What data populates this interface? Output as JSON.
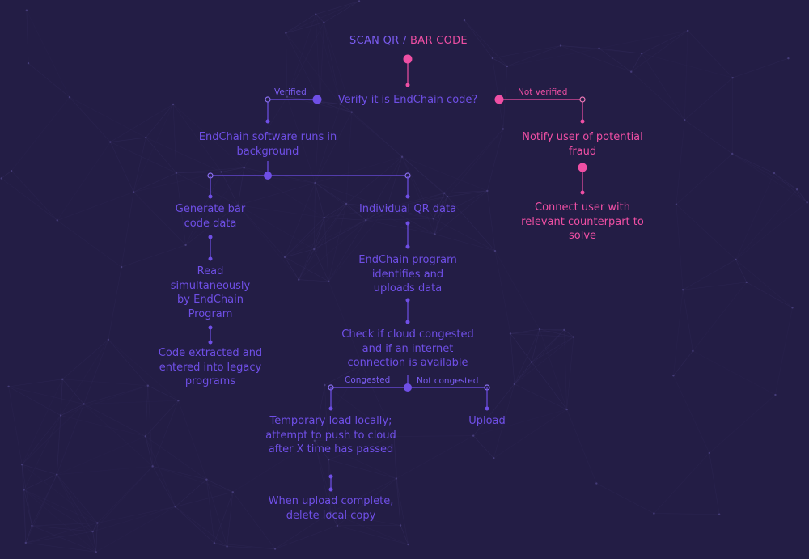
{
  "title": {
    "part1": "SCAN QR / ",
    "part2": "BAR CODE"
  },
  "nodes": {
    "verify": "Verify it is EndChain code?",
    "software": "EndChain software runs in background",
    "notify": "Notify user of potential fraud",
    "connect": "Connect user with relevant counterpart to solve",
    "barcode": "Generate bar code data",
    "qr": "Individual QR data",
    "read": "Read simultaneously by EndChain Program",
    "extracted": "Code extracted and entered into legacy programs",
    "identifies": "EndChain program identifies and uploads data",
    "check": "Check if cloud congested and if an internet connection is available",
    "temp": "Temporary load locally; attempt to push to cloud after X time has passed",
    "upload": "Upload",
    "complete": "When upload complete, delete local copy"
  },
  "edges": {
    "verified": "Verified",
    "not_verified": "Not verified",
    "congested": "Congested",
    "not_congested": "Not congested"
  },
  "colors": {
    "background": "#231d45",
    "purple": "#6f4fe6",
    "pink": "#ef4fa4",
    "line": "#5a45b3"
  }
}
